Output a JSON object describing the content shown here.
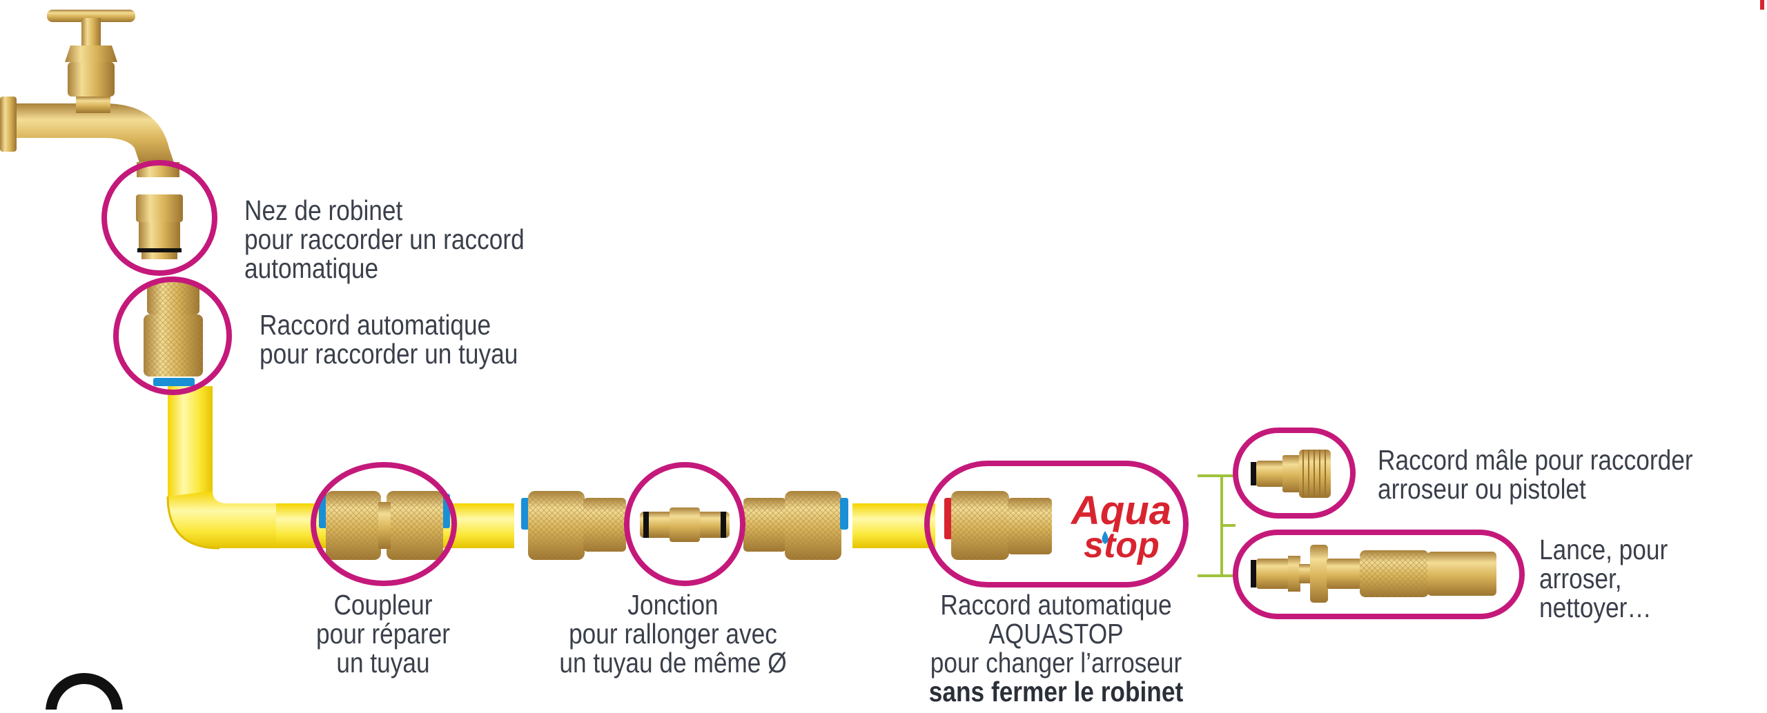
{
  "labels": {
    "tap_nose": {
      "line1": "Nez de robinet",
      "line2": "pour raccorder un raccord",
      "line3": "automatique"
    },
    "auto_connector": {
      "line1": "Raccord automatique",
      "line2": "pour raccorder un tuyau"
    },
    "coupler": {
      "line1": "Coupleur",
      "line2": "pour réparer",
      "line3": "un tuyau"
    },
    "junction": {
      "line1": "Jonction",
      "line2": "pour rallonger avec",
      "line3": "un tuyau de même Ø"
    },
    "aquastop": {
      "line1": "Raccord automatique",
      "line2": "AQUASTOP",
      "line3": "pour changer l’arroseur",
      "line4": "sans fermer le robinet"
    },
    "male_connector": {
      "line1": "Raccord mâle pour raccorder",
      "line2": "arroseur ou pistolet"
    },
    "lance": {
      "line1": "Lance, pour",
      "line2": "arroser,",
      "line3": "nettoyer…"
    }
  },
  "logo": {
    "word1": "Aqua",
    "word2": "stop"
  },
  "colors": {
    "highlight_ring": "#c4197a",
    "hose": "#fbe83a",
    "brass": "#d6b255",
    "bracket": "#9fc23b",
    "text": "#3a3f4a",
    "logo_red": "#d8242f",
    "water_blue": "#1a8fd6"
  }
}
